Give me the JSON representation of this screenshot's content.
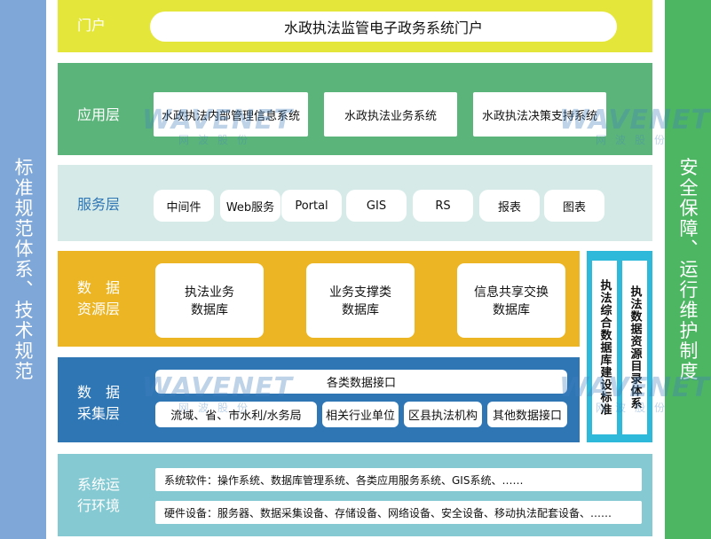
{
  "left_bar": "标准规范体系、技术规范",
  "right_bar": "安全保障、运行维护制度",
  "portal": {
    "label": "门户",
    "title": "水政执法监管电子政务系统门户"
  },
  "application": {
    "label": "应用层",
    "items": [
      "水政执法内部管理信息系统",
      "水政执法业务系统",
      "水政执法决策支持系统"
    ]
  },
  "service": {
    "label": "服务层",
    "items": [
      "中间件",
      "Web服务",
      "Portal",
      "GIS",
      "RS",
      "报表",
      "图表"
    ]
  },
  "data_resource": {
    "label_line1": "数　据",
    "label_line2": "资源层",
    "items": [
      {
        "line1": "执法业务",
        "line2": "数据库"
      },
      {
        "line1": "业务支撑类",
        "line2": "数据库"
      },
      {
        "line1": "信息共享交换",
        "line2": "数据库"
      }
    ]
  },
  "data_collection": {
    "label_line1": "数　据",
    "label_line2": "采集层",
    "interface": "各类数据接口",
    "items": [
      "流域、省、市水利/水务局",
      "相关行业单位",
      "区县执法机构",
      "其他数据接口"
    ]
  },
  "db_standard": {
    "col1": "执法综合数据库建设标准",
    "col2": "执法数据资源目录体系"
  },
  "runtime": {
    "label_line1": "系统运",
    "label_line2": "行环境",
    "software": "系统软件：操作系统、数据库管理系统、各类应用服务系统、GIS系统、……",
    "hardware": "硬件设备：服务器、数据采集设备、存储设备、网络设备、安全设备、移动执法配套设备、……"
  },
  "watermark": {
    "brand": "WAVENET",
    "sub": "网波股份"
  },
  "colors": {
    "portal": "#e4e63a",
    "application": "#5bb57a",
    "service": "#d6ebe8",
    "data_resource": "#ecb524",
    "data_collection": "#2f76b5",
    "runtime": "#85c9d2",
    "left_bar": "#7fa7d7",
    "right_bar": "#4cb663",
    "db_standard": "#2eb8da"
  }
}
